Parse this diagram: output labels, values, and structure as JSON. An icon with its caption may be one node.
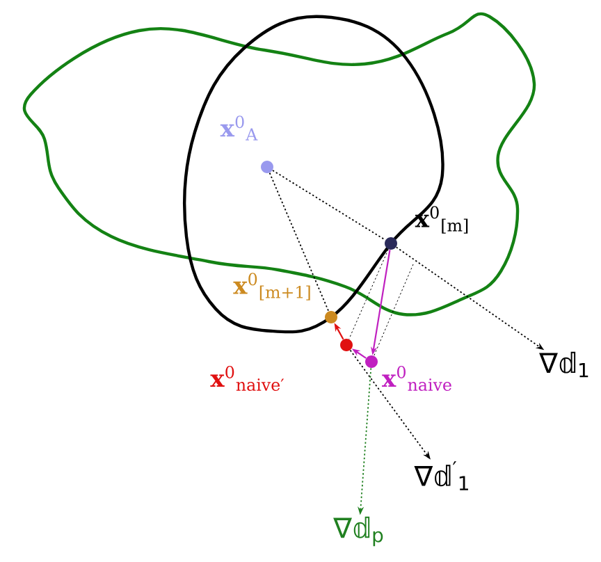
{
  "diagram": {
    "nodes": [
      {
        "text": [],
        "shape": "circle",
        "beside": [
          "**x**$^{0}$$_{A}$"
        ]
      },
      {
        "text": [],
        "shape": "circle",
        "beside": [
          "**x**$^{0}$$_{[m]}$"
        ]
      },
      {
        "text": [],
        "shape": "circle",
        "beside": [
          "**x**$^{0}$$_{[m+1]}$"
        ]
      },
      {
        "text": [],
        "shape": "circle",
        "beside": [
          "**x**$^{0}$$_{naive′}$"
        ]
      },
      {
        "text": [],
        "shape": "circle",
        "beside": [
          "**x**$^{0}$$_{naive}$"
        ]
      },
      {
        "text": [
          "∇𝕕$_{1}$"
        ]
      },
      {
        "text": [
          "∇𝕕$^{′}$$_{1}$"
        ]
      },
      {
        "text": [
          "∇𝕕$_{p}$"
        ]
      }
    ],
    "edges": [
      {
        "from": 0,
        "to": 1,
        "arrow": "none",
        "style": "dashed"
      },
      {
        "from": 1,
        "to": 5,
        "arrow": "to",
        "style": "dashed"
      },
      {
        "from": 0,
        "to": 2,
        "arrow": "none",
        "style": "dashed"
      },
      {
        "from": 3,
        "to": 6,
        "arrow": "to",
        "style": "dashed"
      },
      {
        "from": 1,
        "to": 4,
        "arrow": "to",
        "color": "#c020c0"
      },
      {
        "from": 4,
        "to": 3,
        "arrow": "to",
        "color": "#c020c0"
      },
      {
        "from": 3,
        "to": 2,
        "arrow": "to",
        "color": "#e01010"
      },
      {
        "from": 4,
        "to": 7,
        "arrow": "to",
        "style": "dashed",
        "color": "#208020"
      },
      {
        "from": 1,
        "to": 3,
        "arrow": "none",
        "style": "dashed"
      },
      {
        "from": null,
        "to": 4,
        "arrow": "none",
        "style": "dashed"
      }
    ]
  }
}
